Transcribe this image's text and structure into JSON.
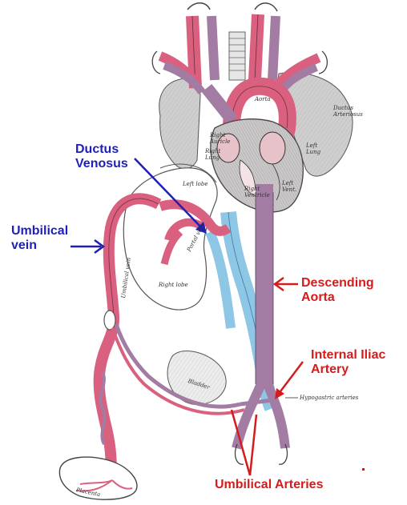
{
  "labels": {
    "ductus_venosus": [
      "Ductus",
      "Venosus"
    ],
    "umbilical_vein": [
      "Umbilical",
      "vein"
    ],
    "descending_aorta": [
      "Descending",
      "Aorta"
    ],
    "internal_iliac_artery": [
      "Internal Iliac",
      "Artery"
    ],
    "umbilical_arteries": "Umbilical Arteries"
  },
  "small_labels": {
    "ductus_arteriosus": [
      "Ductus",
      "Arteriosus"
    ],
    "aorta": "Aorta",
    "right_lung": [
      "Right",
      "Lung"
    ],
    "left_lung": [
      "Left",
      "Lung"
    ],
    "right_auricle": [
      "Right",
      "Auricle"
    ],
    "right_ventricle": [
      "Right",
      "Ventricle"
    ],
    "left_ventricle": [
      "Left",
      "Vent."
    ],
    "left_lobe": "Left lobe",
    "right_lobe": "Right lobe",
    "portal_vein": "Portal vein",
    "umbilical_vein_small": "Umbilical vein",
    "bladder": "Bladder",
    "hypogastric_arteries": "Hypogastric arteries",
    "placenta": "Placenta"
  },
  "colors": {
    "blue_label": "#1f1fb8",
    "red_label": "#d41c1c",
    "artery_pink": "#d9607e",
    "vein_purple": "#a27ca3",
    "venous_blue": "#8ec6e6",
    "lung_gray": "#cdcdcd"
  }
}
